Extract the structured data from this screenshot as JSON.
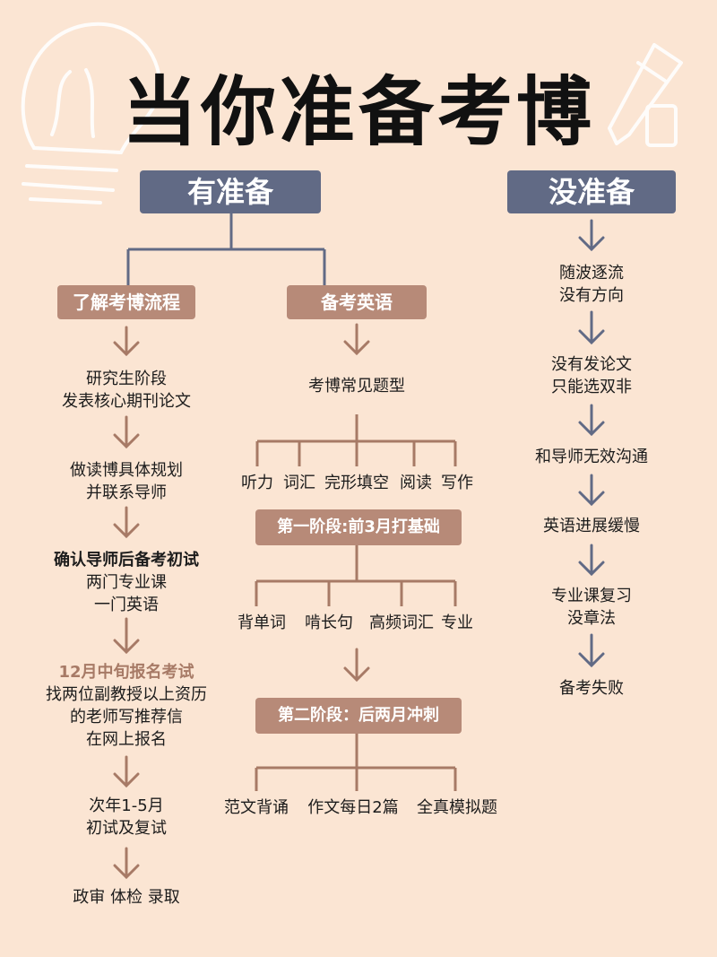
{
  "title": "当你准备考博",
  "prepared": {
    "header": "有准备",
    "process": {
      "header": "了解考博流程",
      "steps": [
        [
          "研究生阶段",
          "发表核心期刊论文"
        ],
        [
          "做读博具体规划",
          "并联系导师"
        ],
        [
          "确认导师后备考初试",
          "两门专业课",
          "一门英语"
        ],
        [
          "12月中旬报名考试",
          "找两位副教授以上资历",
          "的老师写推荐信",
          "在网上报名"
        ],
        [
          "次年1-5月",
          "初试及复试"
        ],
        [
          "政审 体检 录取"
        ]
      ]
    },
    "english": {
      "header": "备考英语",
      "question_types_title": "考博常见题型",
      "question_types": [
        "听力",
        "词汇",
        "完形填空",
        "阅读",
        "写作"
      ],
      "stage1": {
        "header": "第一阶段:前3月打基础",
        "items": [
          "背单词",
          "啃长句",
          "高频词汇",
          "专业"
        ]
      },
      "stage2": {
        "header": "第二阶段：后两月冲刺",
        "items": [
          "范文背诵",
          "作文每日2篇",
          "全真模拟题"
        ]
      }
    }
  },
  "unprepared": {
    "header": "没准备",
    "steps": [
      [
        "随波逐流",
        "没有方向"
      ],
      [
        "没有发论文",
        "只能选双非"
      ],
      [
        "和导师无效沟通"
      ],
      [
        "英语进展缓慢"
      ],
      [
        "专业课复习",
        "没章法"
      ],
      [
        "备考失败"
      ]
    ]
  },
  "colors": {
    "background": "#fbe5d3",
    "header_slate": "#616a85",
    "sub_brown": "#b78a78",
    "arrow_brown": "#a77a66"
  }
}
